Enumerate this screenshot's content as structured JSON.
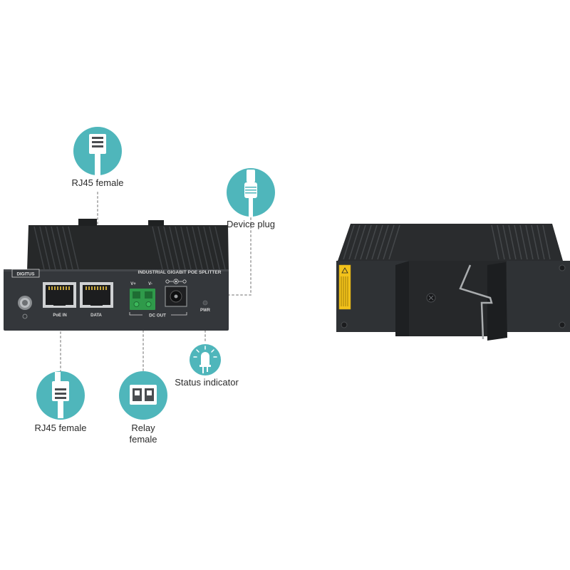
{
  "callouts": {
    "rj45_top": "RJ45 female",
    "device_plug": "Device plug",
    "rj45_bottom": "RJ45 female",
    "relay_line1": "Relay",
    "relay_line2": "female",
    "status_indicator": "Status indicator"
  },
  "device": {
    "brand": "DIGITUS",
    "product_title": "INDUSTRIAL GIGABIT POE SPLITTER",
    "port_poe_in": "PoE IN",
    "port_data": "DATA",
    "terminal_vplus": "V+",
    "terminal_vminus": "V-",
    "dc_out": "DC OUT",
    "pwr": "PWR"
  },
  "colors": {
    "icon_circle": "#4fb6bb",
    "device_body": "#2e3034",
    "terminal_block": "#2f9a4a",
    "dotted_line": "#b5b5b5",
    "warning_label": "#f2c21b"
  },
  "icons": [
    "rj45-connector-icon",
    "dc-plug-icon",
    "relay-terminal-icon",
    "led-light-icon"
  ]
}
